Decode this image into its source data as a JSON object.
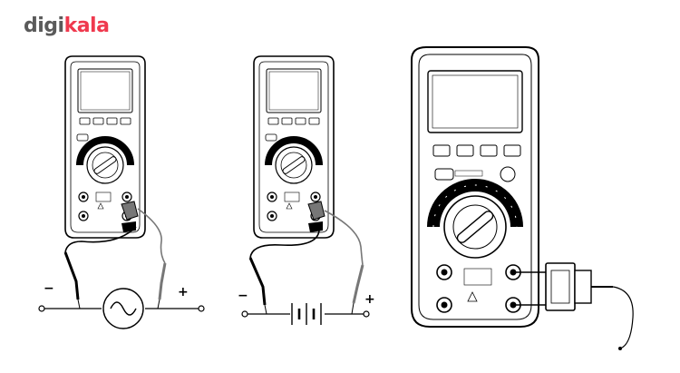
{
  "brand": {
    "part1": "digi",
    "part2": "kala",
    "accent": "#ef394e",
    "text_color": "#5a5a5a"
  },
  "illustrations": [
    {
      "kind": "ac-voltage-measurement",
      "icon": "ac-source-icon",
      "neg_label": "−",
      "pos_label": "+"
    },
    {
      "kind": "dc-voltage-measurement",
      "icon": "battery-icon",
      "neg_label": "−",
      "pos_label": "+"
    },
    {
      "kind": "temperature-probe-measurement",
      "icon": "thermocouple-icon"
    }
  ]
}
